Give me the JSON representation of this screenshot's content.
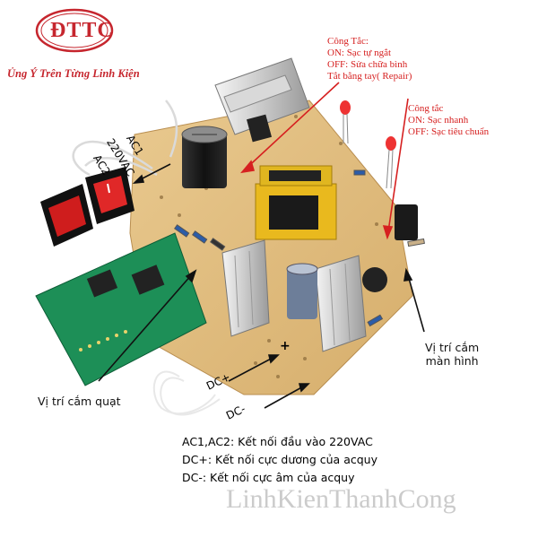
{
  "brand": {
    "logo_text": "ĐTTC",
    "slogan": "Ủng Ý Trên Từng Linh Kiện",
    "color": "#c6262e"
  },
  "notes": {
    "switch1": [
      "Công Tắc:",
      "ON: Sạc tự ngắt",
      "OFF: Sửa chữa bình",
      "Tắt bằng tay( Repair)"
    ],
    "switch2": [
      "Công tắc",
      "ON: Sạc nhanh",
      "OFF: Sạc tiêu chuẩn"
    ],
    "color": "#d62020"
  },
  "board_labels": {
    "ac1": "AC1",
    "ac2": "AC2",
    "v220": "220VAC",
    "dc_plus": "DC+",
    "dc_minus": "DC-",
    "plus_sign": "+"
  },
  "callouts": {
    "fan": "Vị trí cắm quạt",
    "screen_line1": "Vị trí cắm",
    "screen_line2": "màn hình"
  },
  "legend": [
    "AC1,AC2: Kết nối đầu vào 220VAC",
    "DC+: Kết nối cực dương của acquy",
    "DC-: Kết nối cực âm của acquy"
  ],
  "watermark": "LinhKienThanhCong"
}
